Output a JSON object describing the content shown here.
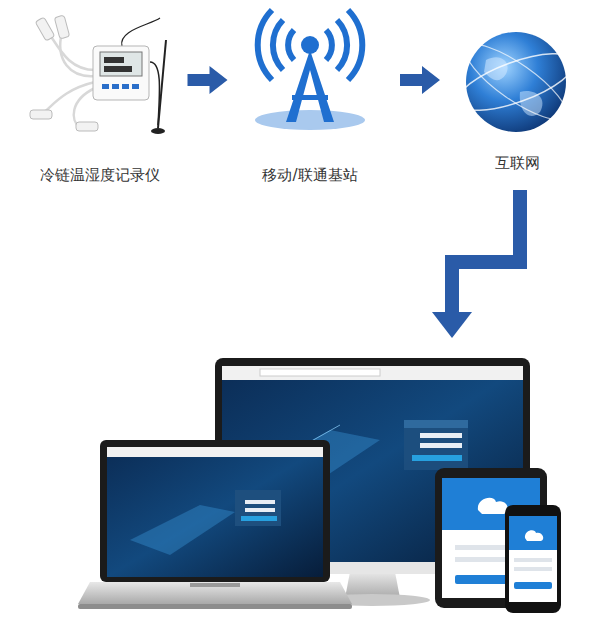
{
  "diagram": {
    "nodes": [
      {
        "text": [
          "冷链温湿度记录仪"
        ]
      },
      {
        "text": [
          "移动/联通基站"
        ]
      },
      {
        "text": [
          "互联网"
        ]
      }
    ],
    "edges": [
      {
        "from": 0,
        "to": 1,
        "arrow": "to"
      },
      {
        "from": 1,
        "to": 2,
        "arrow": "to"
      }
    ]
  }
}
